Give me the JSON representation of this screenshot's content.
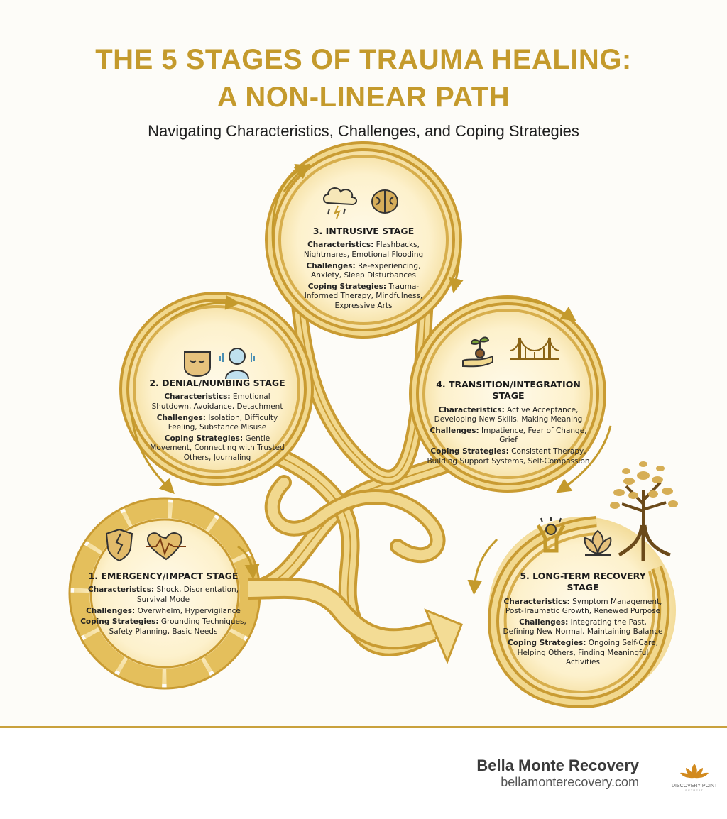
{
  "title_line1": "THE 5 STAGES OF TRAUMA HEALING:",
  "title_line2": "A NON-LINEAR PATH",
  "subtitle": "Navigating Characteristics, Challenges, and Coping Strategies",
  "labels": {
    "characteristics": "Characteristics:",
    "challenges": "Challenges:",
    "coping": "Coping Strategies:"
  },
  "stages": [
    {
      "name": "1. EMERGENCY/IMPACT STAGE",
      "characteristics": "Shock, Disorientation, Survival Mode",
      "challenges": "Overwhelm, Hypervigilance",
      "coping": "Grounding Techniques, Safety Planning, Basic Needs",
      "icons": [
        "broken-shield-icon",
        "heartbeat-icon"
      ]
    },
    {
      "name": "2. DENIAL/NUMBING STAGE",
      "characteristics": "Emotional Shutdown, Avoidance, Detachment",
      "challenges": "Isolation, Difficulty Feeling, Substance Misuse",
      "coping": "Gentle Movement, Connecting with Trusted Others, Journaling",
      "icons": [
        "mask-icon",
        "shivering-person-icon"
      ]
    },
    {
      "name": "3. INTRUSIVE STAGE",
      "characteristics": "Flashbacks, Nightmares, Emotional Flooding",
      "challenges": "Re-experiencing, Anxiety, Sleep Disturbances",
      "coping": "Trauma-Informed Therapy, Mindfulness, Expressive Arts",
      "icons": [
        "storm-cloud-icon",
        "brain-icon"
      ]
    },
    {
      "name": "4. TRANSITION/INTEGRATION STAGE",
      "characteristics": "Active Acceptance, Developing New Skills, Making Meaning",
      "challenges": "Impatience, Fear of Change, Grief",
      "coping": "Consistent Therapy, Building Support Systems, Self-Compassion",
      "icons": [
        "sprout-hand-icon",
        "bridge-icon"
      ]
    },
    {
      "name": "5. LONG-TERM RECOVERY STAGE",
      "characteristics": "Symptom Management, Post-Traumatic Growth, Renewed Purpose",
      "challenges": "Integrating the Past, Defining New Normal, Maintaining Balance",
      "coping": "Ongoing Self-Care, Helping Others, Finding Meaningful Activities",
      "icons": [
        "celebrating-person-icon",
        "lotus-icon",
        "tree-icon"
      ]
    }
  ],
  "footer": {
    "brand": "Bella Monte Recovery",
    "url": "bellamonterecovery.com",
    "logo_text": "DISCOVERY POINT",
    "logo_subtext": "RETREAT"
  },
  "colors": {
    "gold": "#c49a2c",
    "gold_light": "#e8c66a",
    "gold_dark": "#a87d1e"
  }
}
